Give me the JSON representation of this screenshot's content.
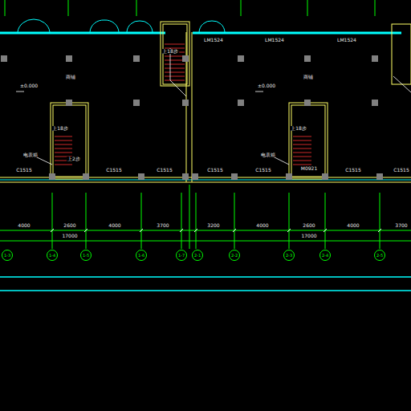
{
  "diagram": {
    "nodes": [
      {
        "text": [
          "1-3"
        ]
      },
      {
        "text": [
          "1-4"
        ]
      },
      {
        "text": [
          "1-5"
        ]
      },
      {
        "text": [
          "1-6"
        ]
      },
      {
        "text": [
          "1-7"
        ]
      },
      {
        "text": [
          "2-1"
        ]
      },
      {
        "text": [
          "2-2"
        ]
      },
      {
        "text": [
          "2-3"
        ]
      },
      {
        "text": [
          "2-4"
        ]
      },
      {
        "text": [
          "2-5"
        ]
      }
    ],
    "labels": [
      "LM1524",
      "LM1524",
      "LM1524",
      "上18步",
      "±0.000",
      "±0.000",
      "商铺",
      "商铺",
      "上18步",
      "上18步",
      "电表箱",
      "电表箱",
      "上2步",
      "M0921",
      "C1515",
      "C1515",
      "C1515",
      "C1515",
      "C1515",
      "C1515",
      "C1515",
      "4000",
      "2600",
      "4000",
      "3700",
      "3200",
      "4000",
      "2600",
      "4000",
      "3700",
      "17000",
      "17000"
    ]
  }
}
